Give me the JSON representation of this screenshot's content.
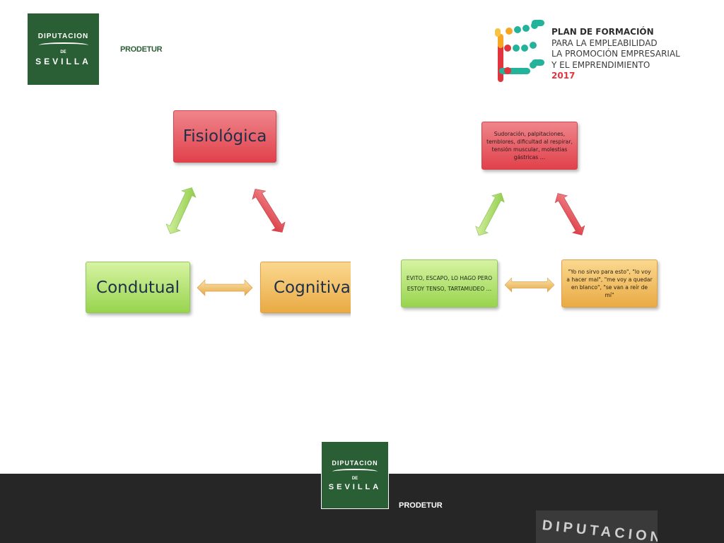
{
  "header": {
    "logo": {
      "arc_text": "DIPUTACION",
      "de": "DE",
      "city": "SEVILLA"
    },
    "prodetur": "PRODETUR",
    "plan": {
      "line1": "PLAN DE FORMACIÓN",
      "line2": "PARA LA EMPLEABILIDAD",
      "line3": "LA PROMOCIÓN EMPRESARIAL",
      "line4": "Y EL EMPRENDIMIENTO",
      "year": "2017"
    }
  },
  "diagram_left": {
    "top": "Fisiológica",
    "left": "Condutual",
    "right": "Cognitiva"
  },
  "diagram_right": {
    "top": "Sudoración, palpitaciones, temblores, dificultad al respirar, tensión muscular, molestias gástricas …",
    "left_line1": "EVITO, ESCAPO, LO HAGO PERO",
    "left_line2": "ESTOY TENSO, TARTAMUDEO …",
    "right": "\"Yo no sirvo para esto\", \"lo voy a hacer mal\", \"me voy a quedar en blanco\", \"se van a reír de mí\""
  },
  "footer": {
    "logo": {
      "arc_text": "DIPUTACION",
      "de": "DE",
      "city": "SEVILLA"
    },
    "prodetur": "PRODETUR",
    "ghost_text": "DIPUTACION"
  },
  "colors": {
    "logo_green": "#2a5e35",
    "node_red": "#e1414b",
    "node_green": "#98d44e",
    "node_orange": "#e9aa44",
    "footer_bg": "#262626",
    "year_red": "#e2343d"
  }
}
